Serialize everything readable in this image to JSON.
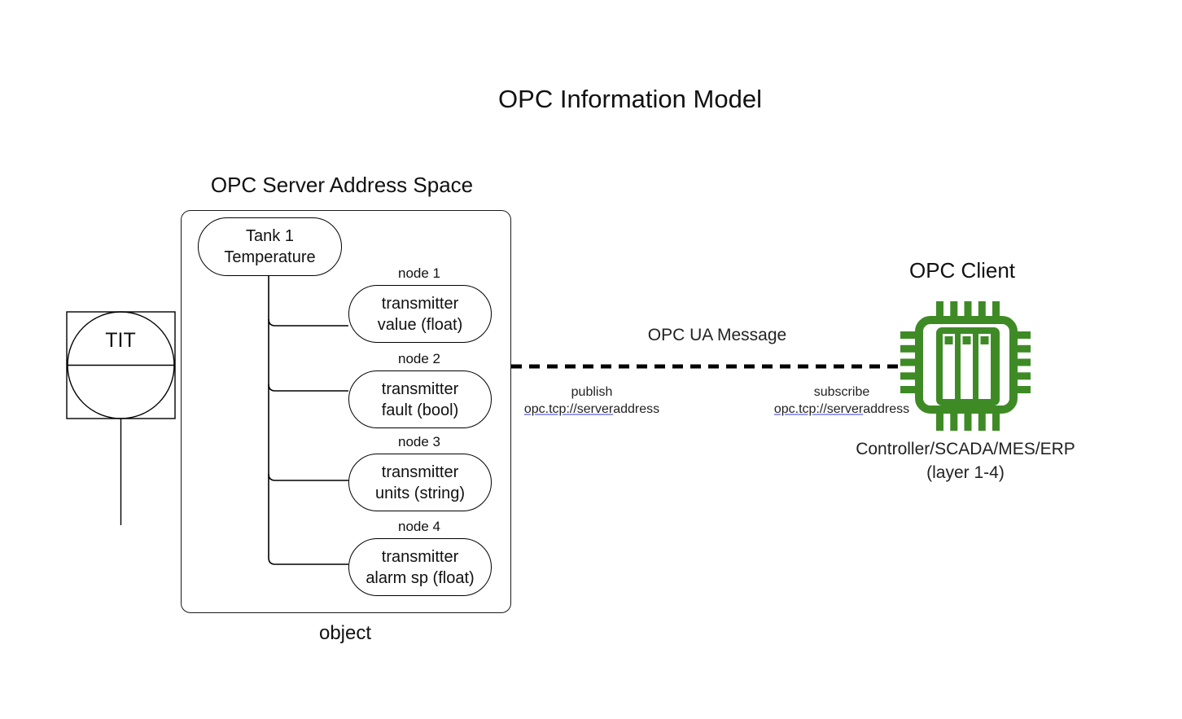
{
  "title": "OPC Information Model",
  "server": {
    "heading": "OPC Server Address Space",
    "object_label": "object",
    "root_node": {
      "line1": "Tank 1",
      "line2": "Temperature"
    },
    "nodes": [
      {
        "label": "node 1",
        "line1": "transmitter",
        "line2": "value (float)"
      },
      {
        "label": "node 2",
        "line1": "transmitter",
        "line2": "fault (bool)"
      },
      {
        "label": "node 3",
        "line1": "transmitter",
        "line2": "units (string)"
      },
      {
        "label": "node 4",
        "line1": "transmitter",
        "line2": "alarm sp (float)"
      }
    ]
  },
  "instrument": {
    "tag": "TIT"
  },
  "message": {
    "label": "OPC UA Message",
    "publish": {
      "action": "publish",
      "url_prefix": "opc.tcp://server",
      "url_suffix": "address"
    },
    "subscribe": {
      "action": "subscribe",
      "url_prefix": "opc.tcp://server",
      "url_suffix": "address"
    }
  },
  "client": {
    "heading": "OPC Client",
    "caption_line1": "Controller/SCADA/MES/ERP",
    "caption_line2": "(layer 1-4)",
    "icon": "chip-icon",
    "accent_color": "#3e8b26",
    "link_underline_color": "#9a9af0"
  }
}
